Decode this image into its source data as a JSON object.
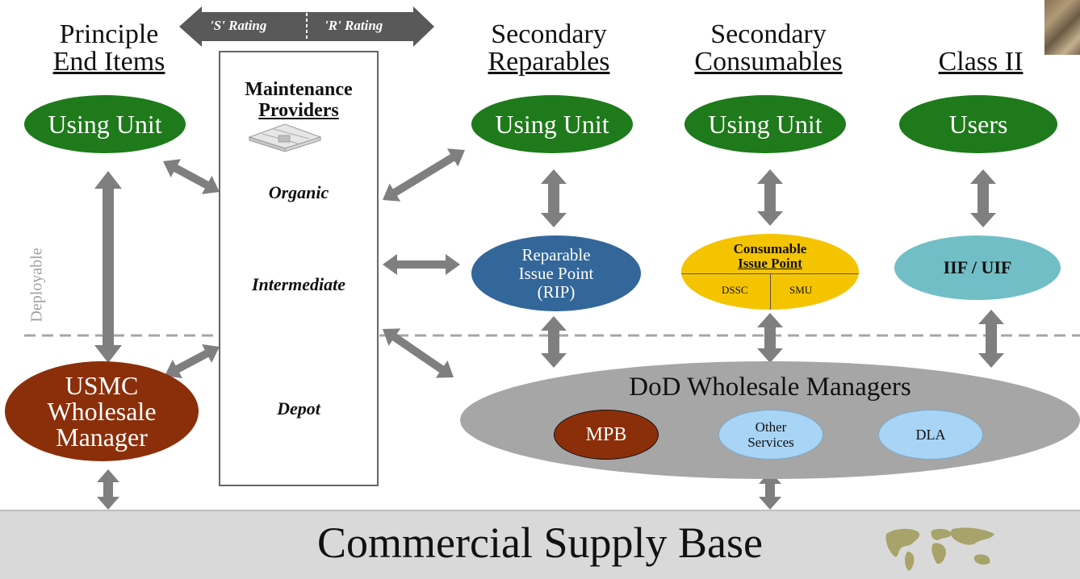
{
  "rating_bar": {
    "s_label": "'S' Rating",
    "r_label": "'R' Rating"
  },
  "columns": {
    "principle": {
      "line1": "Principle",
      "line2": "End Items"
    },
    "secondary_reparables": {
      "line1": "Secondary",
      "line2": "Reparables"
    },
    "secondary_consumables": {
      "line1": "Secondary",
      "line2": "Consumables"
    },
    "class2": {
      "line1": "Class II"
    }
  },
  "nodes": {
    "using_unit_principle": "Using Unit",
    "using_unit_reparables": "Using Unit",
    "using_unit_consumables": "Using Unit",
    "users": "Users",
    "rip": {
      "line1": "Reparable",
      "line2": "Issue Point",
      "line3": "(RIP)"
    },
    "cip": {
      "line1": "Consumable",
      "line2": "Issue Point",
      "left": "DSSC",
      "right": "SMU"
    },
    "iif": "IIF / UIF",
    "usmc": {
      "line1": "USMC",
      "line2": "Wholesale",
      "line3": "Manager"
    },
    "dod": {
      "title": "DoD Wholesale Managers",
      "mpb": "MPB",
      "other": {
        "line1": "Other",
        "line2": "Services"
      },
      "dla": "DLA"
    }
  },
  "maintenance": {
    "title1": "Maintenance",
    "title2": "Providers",
    "organic": "Organic",
    "intermediate": "Intermediate",
    "depot": "Depot"
  },
  "deployable_label": "Deployable",
  "supply_base": "Commercial Supply Base",
  "colors": {
    "green": "#1e7a1a",
    "rip_blue": "#336699",
    "cip_yellow": "#f5c400",
    "iif_teal": "#72bec6",
    "usmc_brown": "#8b2f0a",
    "dod_gray": "#a6a6a6",
    "light_blue": "#a8d4f5",
    "arrow_gray": "#7f7f7f"
  }
}
